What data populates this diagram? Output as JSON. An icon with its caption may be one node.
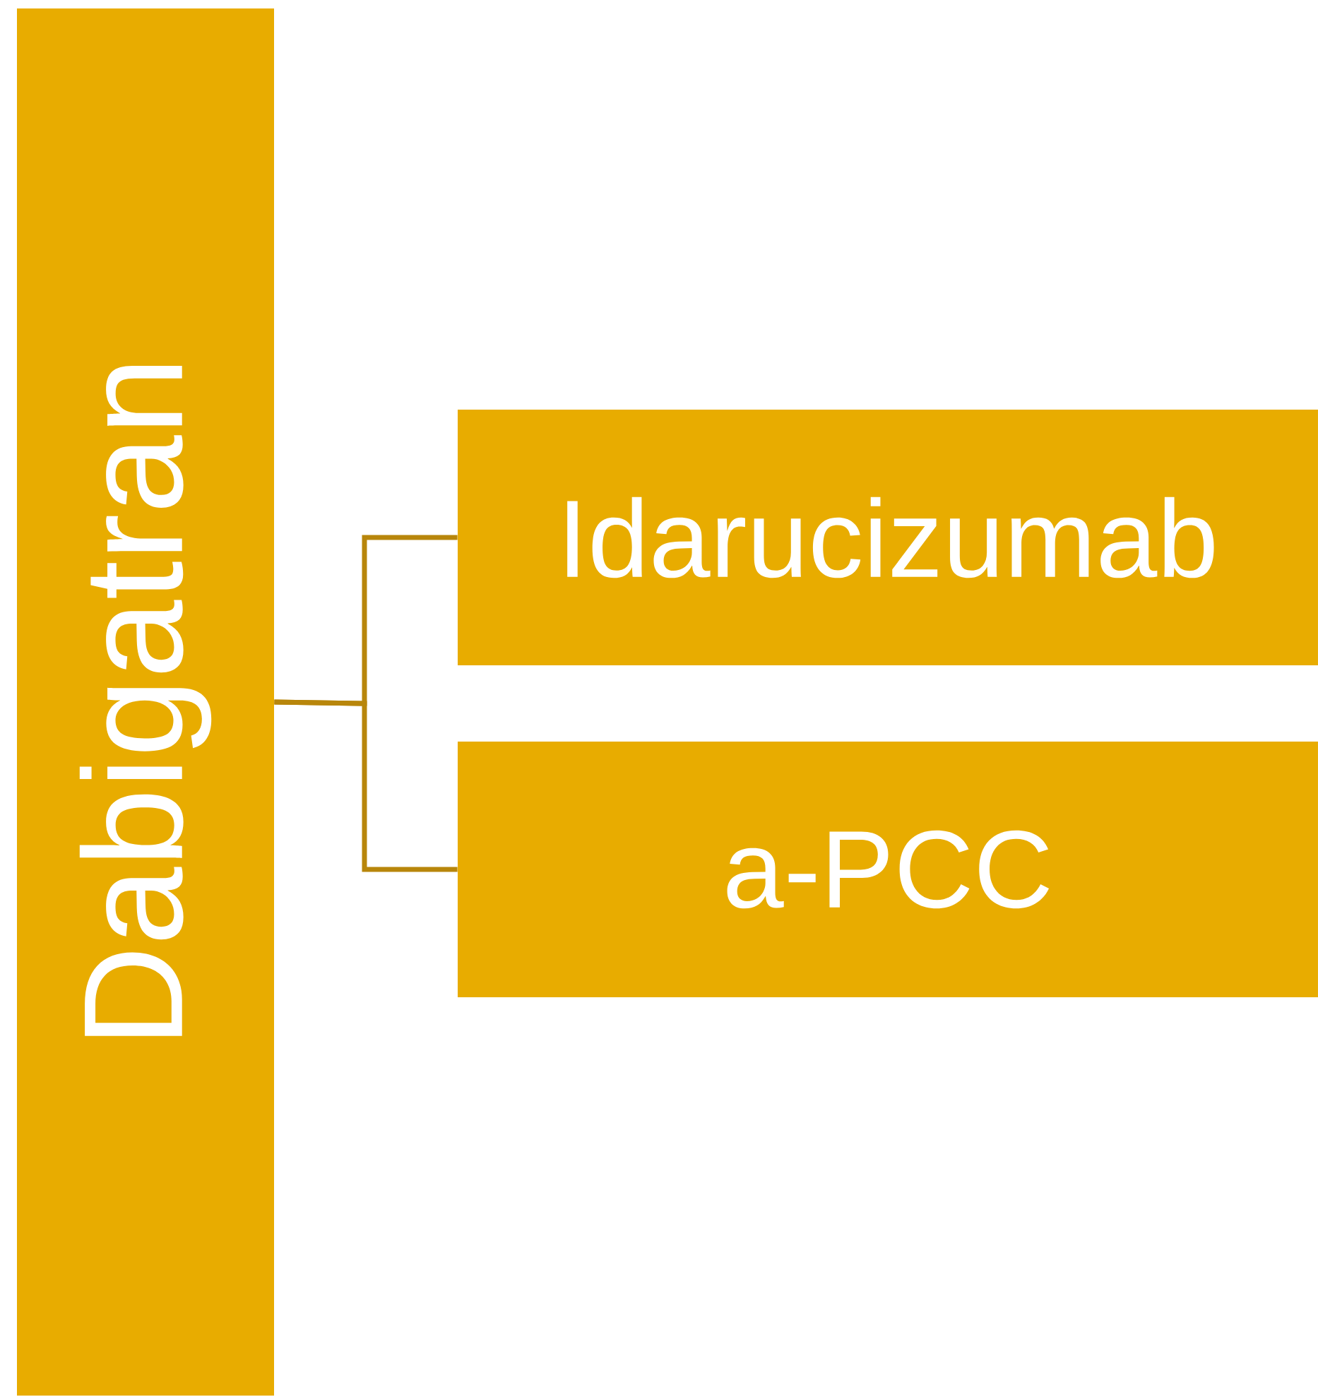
{
  "diagram": {
    "nodes": [
      {
        "text": [
          "Dabigatran"
        ]
      },
      {
        "text": [
          "Idarucizumab"
        ]
      },
      {
        "text": [
          "a-PCC"
        ]
      }
    ],
    "edges": [
      {
        "from": 0,
        "to": 1,
        "arrow": "none"
      },
      {
        "from": 0,
        "to": 2,
        "arrow": "none"
      }
    ]
  }
}
